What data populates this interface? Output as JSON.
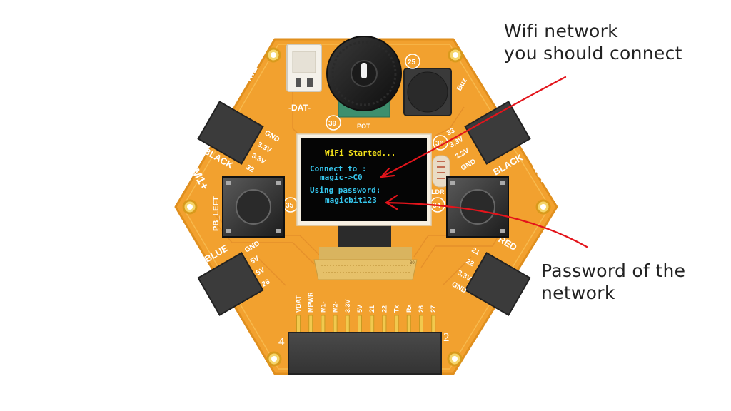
{
  "oled": {
    "line1": "WiFi Started...",
    "line2": "Connect to :",
    "line3": "magic->C0",
    "line4": "Using password:",
    "line5": "magicbit123",
    "colors": {
      "yellow": "#f4e21a",
      "cyan": "#36c7ee",
      "background": "#050505"
    }
  },
  "annotations": {
    "wifi_line1": "Wifi network",
    "wifi_line2": "you should connect",
    "password_line1": "Password of the",
    "password_line2": "network",
    "arrow_color": "#e3141b"
  },
  "board": {
    "color": "#f2a12f",
    "motor_left_top": "M1-",
    "motor_left_mid": "M1+",
    "gnd_top_right": "GND",
    "v33_right": "3.3V",
    "port_black_left": "BLACK",
    "port_black_right": "BLACK",
    "port_blue": "BLUE",
    "port_red": "RED",
    "button_left": "PB_LEFT",
    "buzzer": "Buz",
    "dat": "-DAT-",
    "pot": "POT",
    "ldr": "LDR",
    "pin_25": "25",
    "pin_39": "39",
    "pin_36": "36",
    "pin_35": "35",
    "pin_34": "34",
    "corner_4": "4",
    "corner_2": "2",
    "ribbon_num": "30",
    "left_upper_pins": [
      "GND",
      "3.3V",
      "3.3V",
      "32"
    ],
    "left_lower_pins": [
      "GND",
      "5V",
      "5V",
      "26"
    ],
    "right_upper_pins": [
      "33",
      "3.3V",
      "3.3V",
      "GND"
    ],
    "right_lower_pins": [
      "21",
      "22",
      "3.3V",
      "GND"
    ],
    "header_pins": [
      "VBAT",
      "MPWR",
      "M1-",
      "M2-",
      "3.3V",
      "5V",
      "21",
      "22",
      "Tx",
      "Rx",
      "26",
      "27"
    ]
  }
}
